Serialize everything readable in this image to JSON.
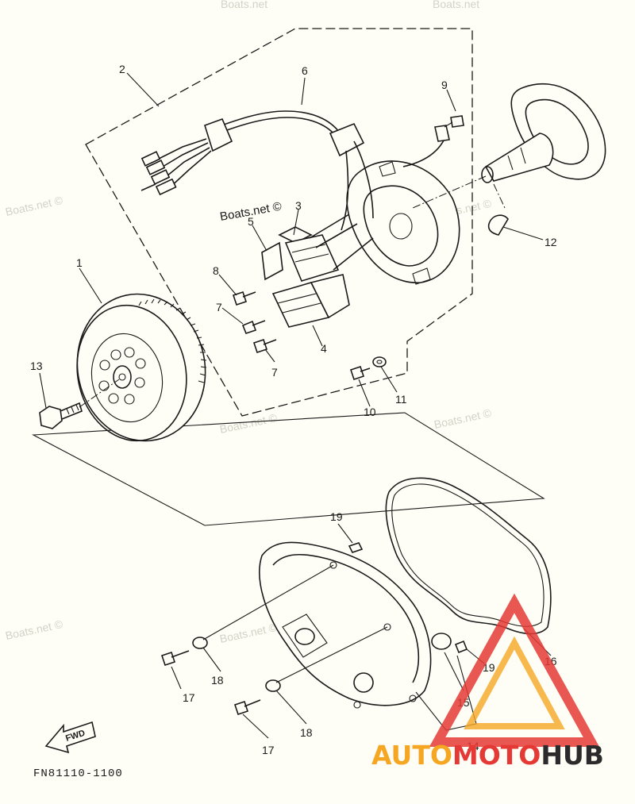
{
  "diagram": {
    "code": "FN81110-1100",
    "fwd_label": "FWD",
    "watermarks": {
      "boats": "Boats.net ©",
      "boats_plain": "Boats.net"
    },
    "logo": {
      "part1": "AUTO",
      "part2": "MOTO",
      "part3": "HUB",
      "color_orange": "#f5a623",
      "color_red": "#e53935",
      "color_dark": "#2b2b2b"
    },
    "callouts": {
      "c1": "1",
      "c2": "2",
      "c3": "3",
      "c4": "4",
      "c5": "5",
      "c6": "6",
      "c7a": "7",
      "c7b": "7",
      "c8": "8",
      "c9": "9",
      "c10": "10",
      "c11": "11",
      "c12": "12",
      "c13": "13",
      "c14": "14",
      "c15": "15",
      "c16": "16",
      "c17a": "17",
      "c17b": "17",
      "c18a": "18",
      "c18b": "18",
      "c19a": "19",
      "c19b": "19"
    }
  }
}
